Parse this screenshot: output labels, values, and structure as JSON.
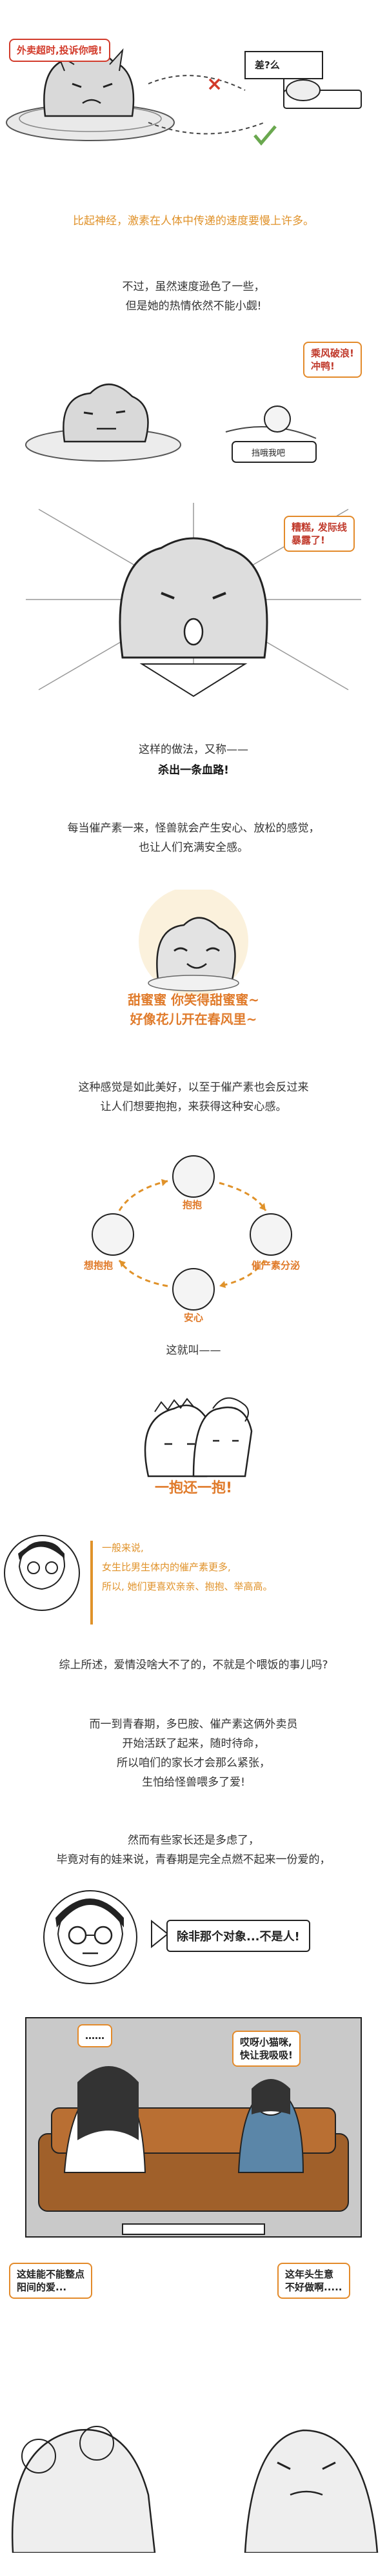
{
  "panel1": {
    "bubble_left": "外卖超时,投诉你哦!",
    "bubble_right": "差?么"
  },
  "caption1": "比起神经，激素在人体中传递的速度要慢上许多。",
  "para1": [
    "不过，虽然速度逊色了一些，",
    "但是她的热情依然不能小觑!"
  ],
  "panel2": {
    "bubble": [
      "乘风破浪!",
      "冲鸭!"
    ],
    "sign": "挡哦我吧"
  },
  "panel3": {
    "bubble": [
      "糟糕, 发际线",
      "暴露了!"
    ]
  },
  "para2": [
    "这样的做法，又称——"
  ],
  "para2_bold": "杀出一条血路!",
  "para3": [
    "每当催产素一来，怪兽就会产生安心、放松的感觉，",
    "也让人们充满安全感。"
  ],
  "panel4_caption": [
    "甜蜜蜜 你笑得甜蜜蜜~",
    "好像花儿开在春风里~"
  ],
  "para4": [
    "这种感觉是如此美好，以至于催产素也会反过来",
    "让人们想要抱抱，来获得这种安心感。"
  ],
  "cycle": {
    "top": "抱抱",
    "right": "催产素分泌",
    "bottom": "安心",
    "left": "想抱抱"
  },
  "para5": "这就叫——",
  "hug_caption": "一抱还一抱!",
  "note": [
    "一般来说,",
    "女生比男生体内的催产素更多,",
    "所以, 她们更喜欢亲亲、抱抱、举高高。"
  ],
  "para6": [
    "综上所述，爱情没啥大不了的，不就是个喂饭的事儿吗?"
  ],
  "para7": [
    "而一到青春期，多巴胺、催产素这俩外卖员",
    "开始活跃了起来，随时待命，",
    "所以咱们的家长才会那么紧张，",
    "生怕给怪兽喂多了爱!"
  ],
  "para8": [
    "然而有些家长还是多虑了，",
    "毕竟对有的娃来说，青春期是完全点燃不起来一份爱的，"
  ],
  "panel_person_bubble": "除非那个对象...不是人!",
  "sofa": {
    "left_bubble": "……",
    "right_bubble": [
      "哎呀小猫咪,",
      "快让我吸吸!"
    ]
  },
  "bottom": {
    "left_bubble": [
      "这娃能不能整点",
      "阳间的爱..."
    ],
    "right_bubble": [
      "这年头生意",
      "不好做啊....."
    ]
  },
  "colors": {
    "accent": "#e0922a",
    "red": "#d23b2b",
    "ink": "#222222"
  }
}
